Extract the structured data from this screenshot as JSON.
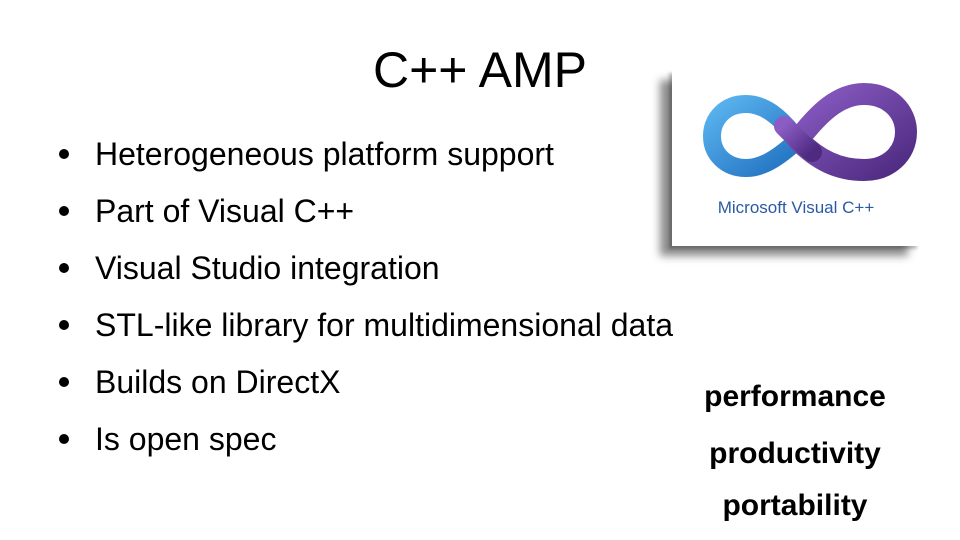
{
  "slide": {
    "title": "C++ AMP",
    "bullets": [
      "Heterogeneous platform support",
      "Part of Visual C++",
      "Visual Studio integration",
      "STL-like library for multidimensional data",
      "Builds on DirectX",
      "Is open spec"
    ],
    "keywords": [
      "performance",
      "productivity",
      "portability"
    ]
  },
  "logo": {
    "text": "Microsoft Visual C++",
    "icon": "visual-studio-infinity-icon",
    "colors": {
      "left_loop": "#2e8ed6",
      "right_loop": "#6a3a9e",
      "text": "#2a5aa6"
    }
  }
}
